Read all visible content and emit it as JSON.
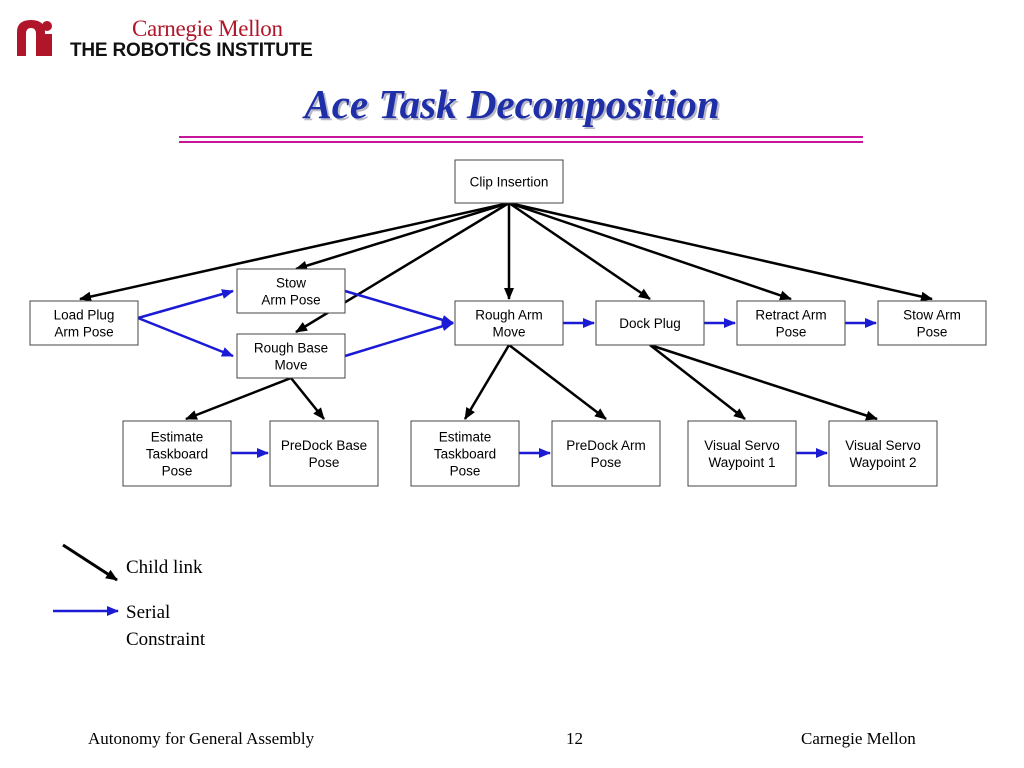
{
  "header": {
    "institution": "Carnegie Mellon",
    "institute": "THE ROBOTICS INSTITUTE",
    "logo_icon": "cmu-ri-logo",
    "brand_color": "#b0152a"
  },
  "title": "Ace Task Decomposition",
  "colors": {
    "child_link": "#000000",
    "serial_constraint": "#1b1bd6",
    "title": "#1f2fa8",
    "rule": "#c8169a"
  },
  "diagram": {
    "nodes": [
      {
        "id": "clip",
        "label": "Clip Insertion"
      },
      {
        "id": "load",
        "label": "Load Plug\nArm Pose"
      },
      {
        "id": "stow1",
        "label": "Stow\nArm Pose"
      },
      {
        "id": "rbase",
        "label": "Rough Base\nMove"
      },
      {
        "id": "rarm",
        "label": "Rough Arm\nMove"
      },
      {
        "id": "dock",
        "label": "Dock Plug"
      },
      {
        "id": "retract",
        "label": "Retract Arm\nPose"
      },
      {
        "id": "stow2",
        "label": "Stow Arm\nPose"
      },
      {
        "id": "est1",
        "label": "Estimate\nTaskboard\nPose"
      },
      {
        "id": "pdbase",
        "label": "PreDock Base\nPose"
      },
      {
        "id": "est2",
        "label": "Estimate\nTaskboard\nPose"
      },
      {
        "id": "pdarm",
        "label": "PreDock Arm\nPose"
      },
      {
        "id": "vs1",
        "label": "Visual Servo\nWaypoint 1"
      },
      {
        "id": "vs2",
        "label": "Visual Servo\nWaypoint 2"
      }
    ],
    "child_links": [
      [
        "clip",
        "load"
      ],
      [
        "clip",
        "stow1"
      ],
      [
        "clip",
        "rbase"
      ],
      [
        "clip",
        "rarm"
      ],
      [
        "clip",
        "dock"
      ],
      [
        "clip",
        "retract"
      ],
      [
        "clip",
        "stow2"
      ],
      [
        "rbase",
        "est1"
      ],
      [
        "rbase",
        "pdbase"
      ],
      [
        "rarm",
        "est2"
      ],
      [
        "rarm",
        "pdarm"
      ],
      [
        "dock",
        "vs1"
      ],
      [
        "dock",
        "vs2"
      ]
    ],
    "serial_constraints": [
      [
        "load",
        "stow1"
      ],
      [
        "load",
        "rbase"
      ],
      [
        "stow1",
        "rarm"
      ],
      [
        "rbase",
        "rarm"
      ],
      [
        "rarm",
        "dock"
      ],
      [
        "dock",
        "retract"
      ],
      [
        "retract",
        "stow2"
      ],
      [
        "est1",
        "pdbase"
      ],
      [
        "est2",
        "pdarm"
      ],
      [
        "vs1",
        "vs2"
      ]
    ]
  },
  "legend": {
    "child_link": "Child link",
    "serial_constraint_line1": "Serial",
    "serial_constraint_line2": "Constraint"
  },
  "footer": {
    "left": "Autonomy for General Assembly",
    "page": "12",
    "right": "Carnegie Mellon"
  }
}
